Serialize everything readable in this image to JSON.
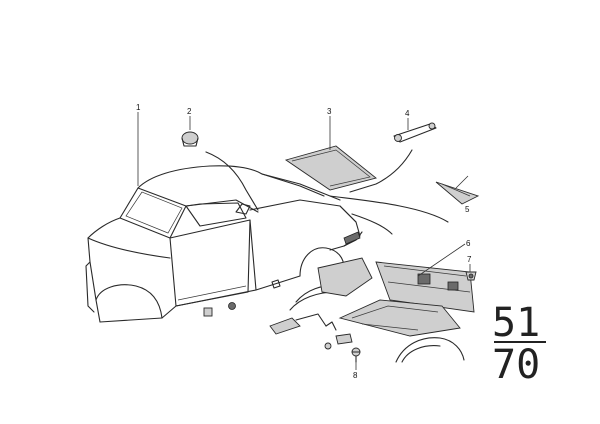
{
  "callouts": [
    {
      "id": "1",
      "label": "1"
    },
    {
      "id": "2",
      "label": "2"
    },
    {
      "id": "3",
      "label": "3"
    },
    {
      "id": "4",
      "label": "4"
    },
    {
      "id": "5",
      "label": "5"
    },
    {
      "id": "6",
      "label": "6"
    },
    {
      "id": "7",
      "label": "7"
    },
    {
      "id": "8",
      "label": "8"
    }
  ],
  "group_number": {
    "top": "51",
    "bottom": "70"
  },
  "colors": {
    "line": "#2a2a2a",
    "shade": "#cfcfcf",
    "background": "#ffffff"
  }
}
